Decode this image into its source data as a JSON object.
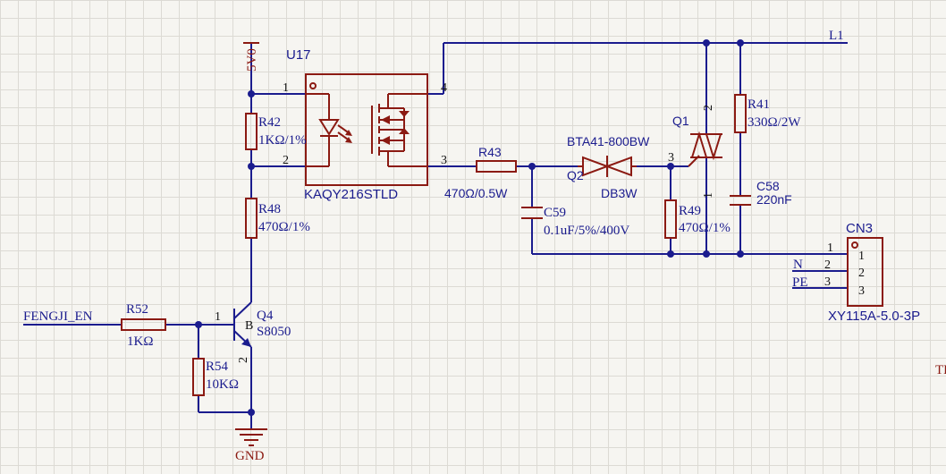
{
  "labels": {
    "power_5v": "5V0",
    "u17": {
      "ref": "U17",
      "part": "KAQY216STLD",
      "pin1": "1",
      "pin2": "2",
      "pin3": "3",
      "pin4": "4"
    },
    "r42": {
      "ref": "R42",
      "value": "1KΩ/1%"
    },
    "r48": {
      "ref": "R48",
      "value": "470Ω/1%"
    },
    "r43": {
      "ref": "R43",
      "value": "470Ω/0.5W"
    },
    "c59": {
      "ref": "C59",
      "value": "0.1uF/5%/400V"
    },
    "q2": {
      "ref": "Q2",
      "part": "DB3W"
    },
    "q1": {
      "ref": "Q1",
      "part": "BTA41-800BW",
      "pin1": "1",
      "pin2": "2",
      "pin3": "3"
    },
    "r49": {
      "ref": "R49",
      "value": "470Ω/1%"
    },
    "r41": {
      "ref": "R41",
      "value": "330Ω/2W"
    },
    "c58": {
      "ref": "C58",
      "value": "220nF"
    },
    "l1": "L1",
    "cn3": {
      "ref": "CN3",
      "part": "XY115A-5.0-3P",
      "pins": [
        "1",
        "2",
        "3"
      ],
      "outer_pins": [
        "1",
        "2",
        "3"
      ]
    },
    "net_n": "N",
    "net_pe": "PE",
    "fengji": "FENGJI_EN",
    "r52": {
      "ref": "R52",
      "value": "1KΩ"
    },
    "r54": {
      "ref": "R54",
      "value": "10KΩ"
    },
    "q4": {
      "ref": "Q4",
      "part": "S8050",
      "pin1": "1",
      "pin2": "2",
      "pin_b": "B"
    },
    "gnd": "GND",
    "edge_fragment": "TE"
  },
  "colors": {
    "wire": "#1b1c8e",
    "component": "#8b1a12",
    "background": "#f6f5f1",
    "grid": "#dcdad4"
  }
}
